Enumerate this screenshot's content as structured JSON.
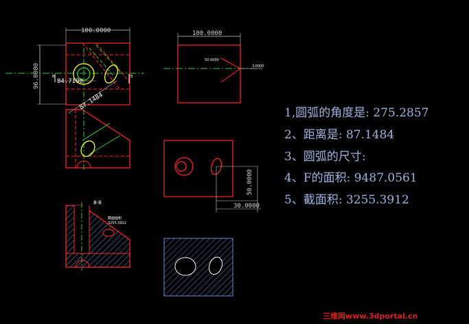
{
  "dimensions": {
    "front_width": "100.0000",
    "front_height": "96.0000",
    "arc_dim": "84.7190",
    "diag_dim": "87.1484",
    "side_width": "100.0000",
    "side_angle": "50.0000",
    "side_small": "3.0000",
    "face_height": "50.0000",
    "face_width": "30.0000"
  },
  "section_label": "B-B",
  "section_marks": {
    "left": "B",
    "right": "B"
  },
  "section_note": [
    "截面面积",
    "3255.3912"
  ],
  "notes": [
    "1,圆弧的角度是: 275.2857",
    "2、距离是: 87.1484",
    "3、圆弧的尺寸:",
    "4、F的面积: 9487.0561",
    "5、截面积: 3255.3912"
  ],
  "watermark": "三维网www.3dportal.cn",
  "colors": {
    "outline": "#ff2a2a",
    "hidden": "#ff2a2a",
    "center": "#33cc33",
    "dimension": "#d0d0d0",
    "arc": "#ffff33",
    "note_text": "#9fb4de",
    "hatch": "#6a8ad8"
  }
}
